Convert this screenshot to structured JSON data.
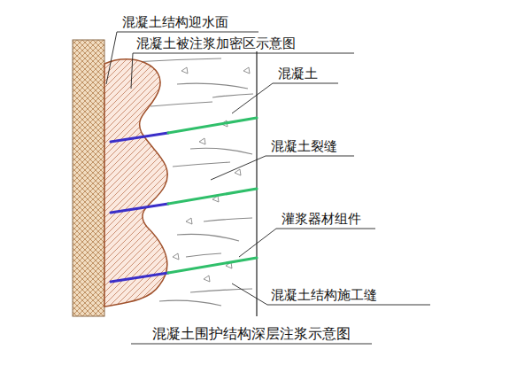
{
  "diagram": {
    "caption": "混凝土围护结构深层注浆示意图",
    "labels": [
      "混凝土结构迎水面",
      "混凝土被注浆加密区示意图",
      "混凝土",
      "混凝土裂缝",
      "灌浆器材组件",
      "混凝土结构施工缝"
    ]
  }
}
